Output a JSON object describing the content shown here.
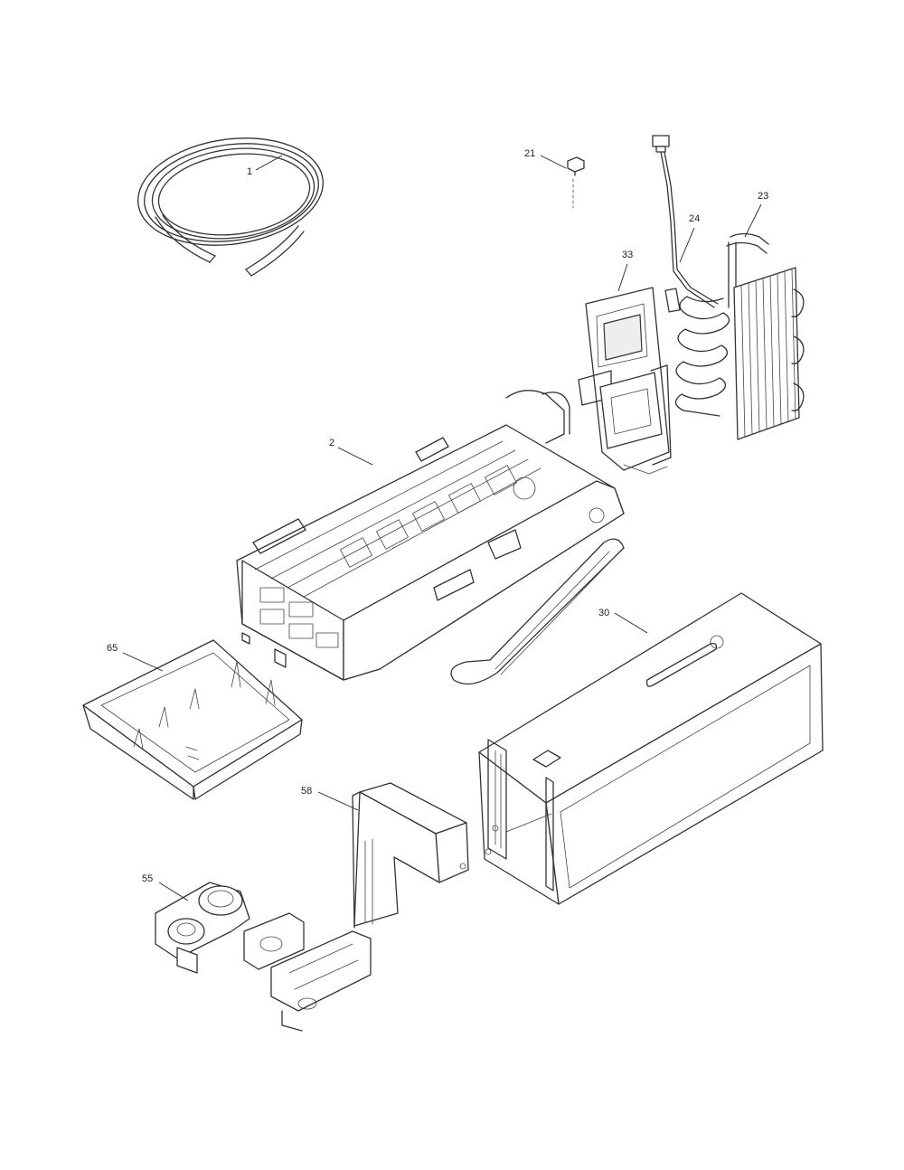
{
  "diagram": {
    "part_labels": {
      "water_tube": "1",
      "icemaker_assembly": "2",
      "screw": "21",
      "heater": "23",
      "wire_harness": "24",
      "ice_bucket_housing": "30",
      "mounting_bracket": "33",
      "water_valve": "55",
      "chute_cover": "58",
      "drip_tray": "65"
    }
  }
}
